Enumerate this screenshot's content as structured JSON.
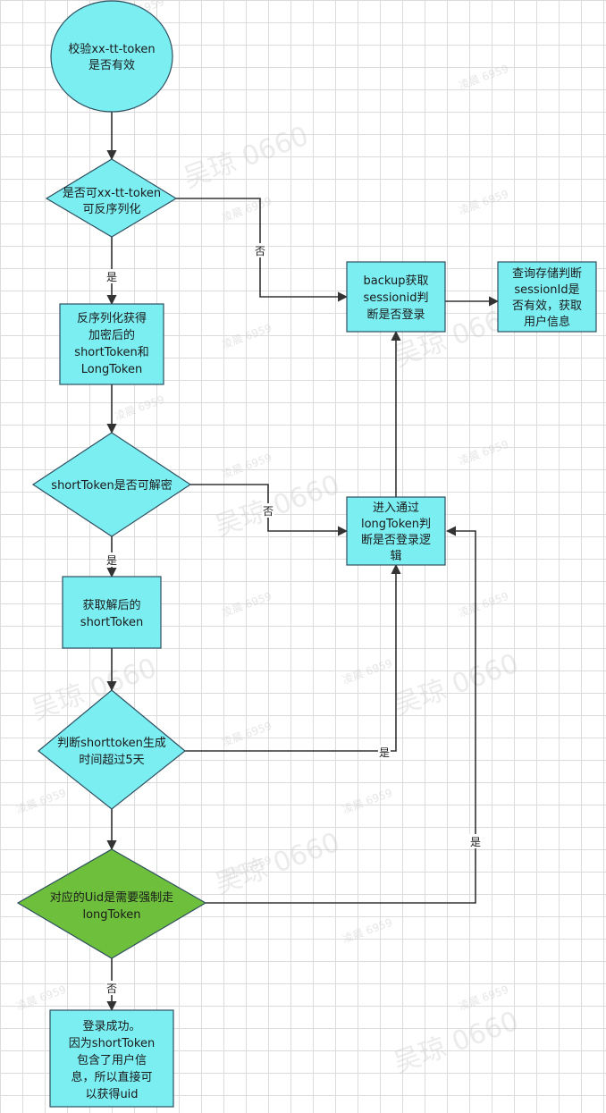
{
  "colors": {
    "process_fill": "#7beef2",
    "decision_fill": "#7beef2",
    "start_fill": "#7beef2",
    "highlight_decision_fill": "#6dbf3c",
    "edge": "#333333"
  },
  "watermark": {
    "name": "吴琼 0660",
    "small": "凌晨 6959"
  },
  "nodes": {
    "start": {
      "lines": [
        "校验xx-tt-token",
        "是否有效"
      ]
    },
    "can_deserialize": {
      "lines": [
        "是否可xx-tt-token",
        "可反序列化"
      ]
    },
    "deserialized": {
      "lines": [
        "反序列化获得",
        "加密后的",
        "shortToken和",
        "LongToken"
      ]
    },
    "short_decryptable": {
      "lines": [
        "shortToken是否可解密"
      ]
    },
    "got_short": {
      "lines": [
        "获取解后的",
        "shortToken"
      ]
    },
    "over_5_days": {
      "lines": [
        "判断shorttoken生成",
        "时间超过5天"
      ]
    },
    "force_long": {
      "lines": [
        "对应的Uid是需要强制走",
        "longToken"
      ]
    },
    "login_success": {
      "lines": [
        "登录成功。",
        "因为shortToken",
        "包含了用户信",
        "息，所以直接可",
        "以获得uid"
      ]
    },
    "backup": {
      "lines": [
        "backup获取",
        "sessionid判",
        "断是否登录"
      ]
    },
    "query_session": {
      "lines": [
        "查询存储判断",
        "sessionId是",
        "否有效，获取",
        "用户信息"
      ]
    },
    "long_token_logic": {
      "lines": [
        "进入通过",
        "longToken判",
        "断是否登录逻",
        "辑"
      ]
    }
  },
  "edge_labels": {
    "no_to_backup": "否",
    "yes_deserialize": "是",
    "no_to_long": "否",
    "yes_decrypt": "是",
    "yes_over_5": "是",
    "yes_force": "是",
    "no_force": "否"
  }
}
